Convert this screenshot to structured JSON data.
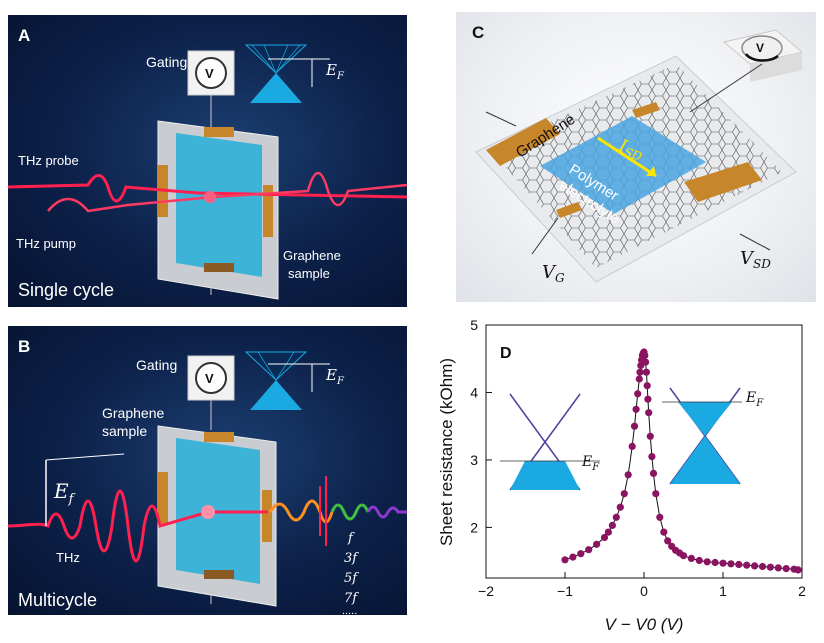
{
  "panelA": {
    "letter": "A",
    "gating": "Gating",
    "knob": "V",
    "ef": "E",
    "ef_sub": "F",
    "probe": "THz probe",
    "pump": "THz pump",
    "graphene_line1": "Graphene",
    "graphene_line2": "sample",
    "caption": "Single cycle"
  },
  "panelB": {
    "letter": "B",
    "gating": "Gating",
    "knob": "V",
    "ef": "E",
    "ef_sub": "F",
    "graphene_line1": "Graphene",
    "graphene_line2": "sample",
    "field": "E",
    "field_sub": "f",
    "thz": "THz",
    "harmonics": [
      "f",
      "3f",
      "5f",
      "7f",
      "....."
    ],
    "caption": "Multicycle"
  },
  "panelC": {
    "letter": "C",
    "knob": "V",
    "graphene": "Graphene",
    "isd": "I",
    "isd_sub": "SD",
    "polymer_line1": "Polymer",
    "polymer_line2": "electrolyte",
    "vg": "V",
    "vg_sub": "G",
    "vsd": "V",
    "vsd_sub": "SD"
  },
  "panelD": {
    "letter": "D",
    "ef_left": "E",
    "ef_left_sub": "F",
    "ef_right": "E",
    "ef_right_sub": "F"
  },
  "colors": {
    "curve": "#8a1460",
    "cone": "#1aa9e0",
    "thz_red": "#ff2050",
    "contact": "#c8862a",
    "electrolyte": "#4aa6e0"
  },
  "chart_data": {
    "type": "scatter",
    "title": "",
    "xlabel": "V − V0 (V)",
    "ylabel": "Sheet resistance (kOhm)",
    "xlim": [
      -2,
      2
    ],
    "ylim": [
      1.25,
      5
    ],
    "x_ticks": [
      "−2",
      "−1",
      "0",
      "1",
      "2"
    ],
    "y_ticks": [
      "2",
      "3",
      "4",
      "5"
    ],
    "series": [
      {
        "x": [
          -1.0,
          -0.9,
          -0.8,
          -0.7,
          -0.6,
          -0.5,
          -0.45,
          -0.4,
          -0.35,
          -0.3,
          -0.25,
          -0.2,
          -0.15,
          -0.12,
          -0.1,
          -0.08,
          -0.06,
          -0.05,
          -0.04,
          -0.03,
          -0.02,
          -0.01,
          0.0,
          0.01,
          0.02,
          0.03,
          0.04,
          0.05,
          0.06,
          0.08,
          0.1,
          0.12,
          0.15,
          0.2,
          0.25,
          0.3,
          0.35,
          0.4,
          0.45,
          0.5,
          0.6,
          0.7,
          0.8,
          0.9,
          1.0,
          1.1,
          1.2,
          1.3,
          1.4,
          1.5,
          1.6,
          1.7,
          1.8,
          1.9,
          1.95
        ],
        "y": [
          1.52,
          1.56,
          1.61,
          1.67,
          1.75,
          1.85,
          1.93,
          2.03,
          2.15,
          2.3,
          2.5,
          2.78,
          3.2,
          3.5,
          3.75,
          3.98,
          4.2,
          4.3,
          4.4,
          4.48,
          4.55,
          4.58,
          4.6,
          4.55,
          4.45,
          4.3,
          4.1,
          3.9,
          3.7,
          3.35,
          3.05,
          2.8,
          2.5,
          2.15,
          1.93,
          1.8,
          1.72,
          1.66,
          1.62,
          1.58,
          1.54,
          1.51,
          1.49,
          1.48,
          1.47,
          1.46,
          1.45,
          1.44,
          1.43,
          1.42,
          1.41,
          1.4,
          1.39,
          1.38,
          1.37
        ]
      }
    ]
  }
}
